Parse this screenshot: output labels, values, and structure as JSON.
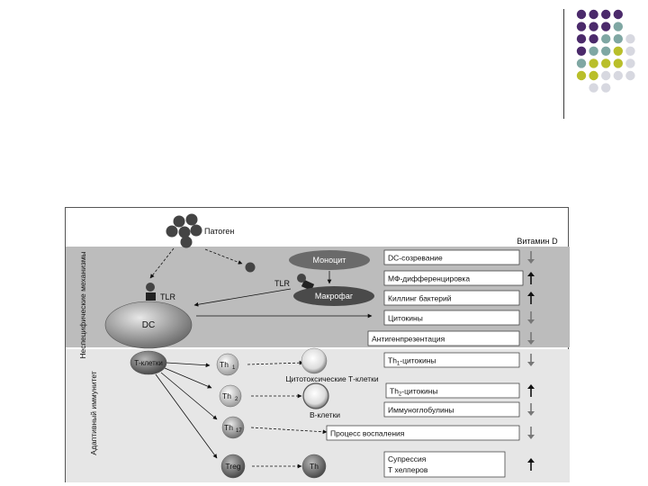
{
  "decor": {
    "dot_colors": {
      "purple": "#4b2a6b",
      "teal": "#7fa7a3",
      "olive": "#b9bf2a",
      "gray": "#d7d8e0"
    },
    "dot_grid": [
      [
        "purple",
        "purple",
        "purple",
        "purple",
        null
      ],
      [
        "purple",
        "purple",
        "purple",
        "teal",
        null
      ],
      [
        "purple",
        "purple",
        "teal",
        "teal",
        "gray"
      ],
      [
        "purple",
        "teal",
        "teal",
        "olive",
        "gray"
      ],
      [
        "teal",
        "olive",
        "olive",
        "olive",
        "gray"
      ],
      [
        "olive",
        "olive",
        "gray",
        "gray",
        "gray"
      ],
      [
        null,
        "gray",
        "gray",
        null,
        null
      ]
    ]
  },
  "diagram": {
    "pathogen": "Патоген",
    "vitamin_d": "Витамин D",
    "section_nonspecific": "Неспецифические механизмы",
    "section_adaptive": "Адаптивный иммунитет",
    "tlr_dc": "TLR",
    "tlr_macro": "TLR",
    "monocyte": "Моноцит",
    "macrophage": "Макрофаг",
    "dc": "DC",
    "tcells": "Т-клетки",
    "th1": "Th",
    "th1_sub": "1",
    "th2": "Th",
    "th2_sub": "2",
    "th17": "Th",
    "th17_sub": "17",
    "treg": "Treg",
    "th": "Th",
    "cytotoxic": "Цитотоксические Т-клетки",
    "bcells": "В-клетки",
    "boxes": [
      {
        "text": "DC-созревание",
        "sub": null,
        "arrow": "down"
      },
      {
        "text": "МФ-дифференцировка",
        "sub": null,
        "arrow": "up"
      },
      {
        "text": "Киллинг бактерий",
        "sub": null,
        "arrow": "up"
      },
      {
        "text": "Цитокины",
        "sub": null,
        "arrow": "down"
      },
      {
        "text": "Антигенпрезентация",
        "sub": null,
        "arrow": "down"
      },
      {
        "text": "-цитокины",
        "prefix": "Th",
        "sub": "1",
        "arrow": "down"
      },
      {
        "text": "-цитокины",
        "prefix": "Th",
        "sub": "2",
        "arrow": "up"
      },
      {
        "text": "Иммуноглобулины",
        "sub": null,
        "arrow": "down"
      },
      {
        "text": "Процесс воспаления",
        "sub": null,
        "arrow": "down"
      },
      {
        "text": "Супрессия",
        "text2": "Т хелперов",
        "sub": null,
        "arrow": "up"
      }
    ]
  }
}
